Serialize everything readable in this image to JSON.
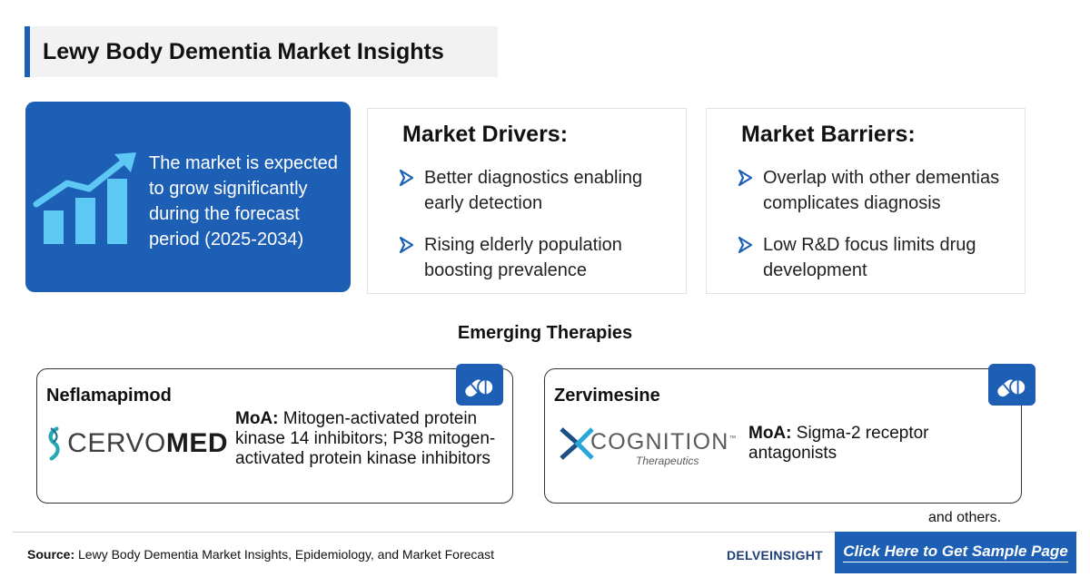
{
  "header": {
    "title": "Lewy Body Dementia Market Insights"
  },
  "growth_card": {
    "text": "The market is expected to grow significantly during the forecast period (2025-2034)",
    "icon": "growth-bar-chart-icon"
  },
  "drivers": {
    "title": "Market Drivers:",
    "items": [
      "Better diagnostics enabling early detection",
      "Rising elderly population boosting prevalence"
    ]
  },
  "barriers": {
    "title": "Market Barriers:",
    "items": [
      "Overlap with other dementias complicates diagnosis",
      "Low R&D focus limits drug development"
    ]
  },
  "emerging": {
    "title": "Emerging Therapies",
    "therapies": [
      {
        "name": "Neflamapimod",
        "company_logo": "CERVOMED",
        "moa_label": "MoA:",
        "moa_text": "Mitogen-activated protein kinase 14 inhibitors; P38 mitogen-activated protein kinase inhibitors"
      },
      {
        "name": "Zervimesine",
        "company_logo": "COGNITION",
        "company_logo_sub": "Therapeutics",
        "company_logo_tm": "™",
        "moa_label": "MoA:",
        "moa_text": "Sigma-2 receptor antagonists"
      }
    ],
    "others": "and others."
  },
  "footer": {
    "source_label": "Source:",
    "source_text": "Lewy Body Dementia Market Insights, Epidemiology, and Market Forecast",
    "brand": "DELVEINSIGHT",
    "cta": "Click Here to Get Sample Page"
  },
  "colors": {
    "accent": "#1d5fb5",
    "navy": "#1d3f77"
  }
}
